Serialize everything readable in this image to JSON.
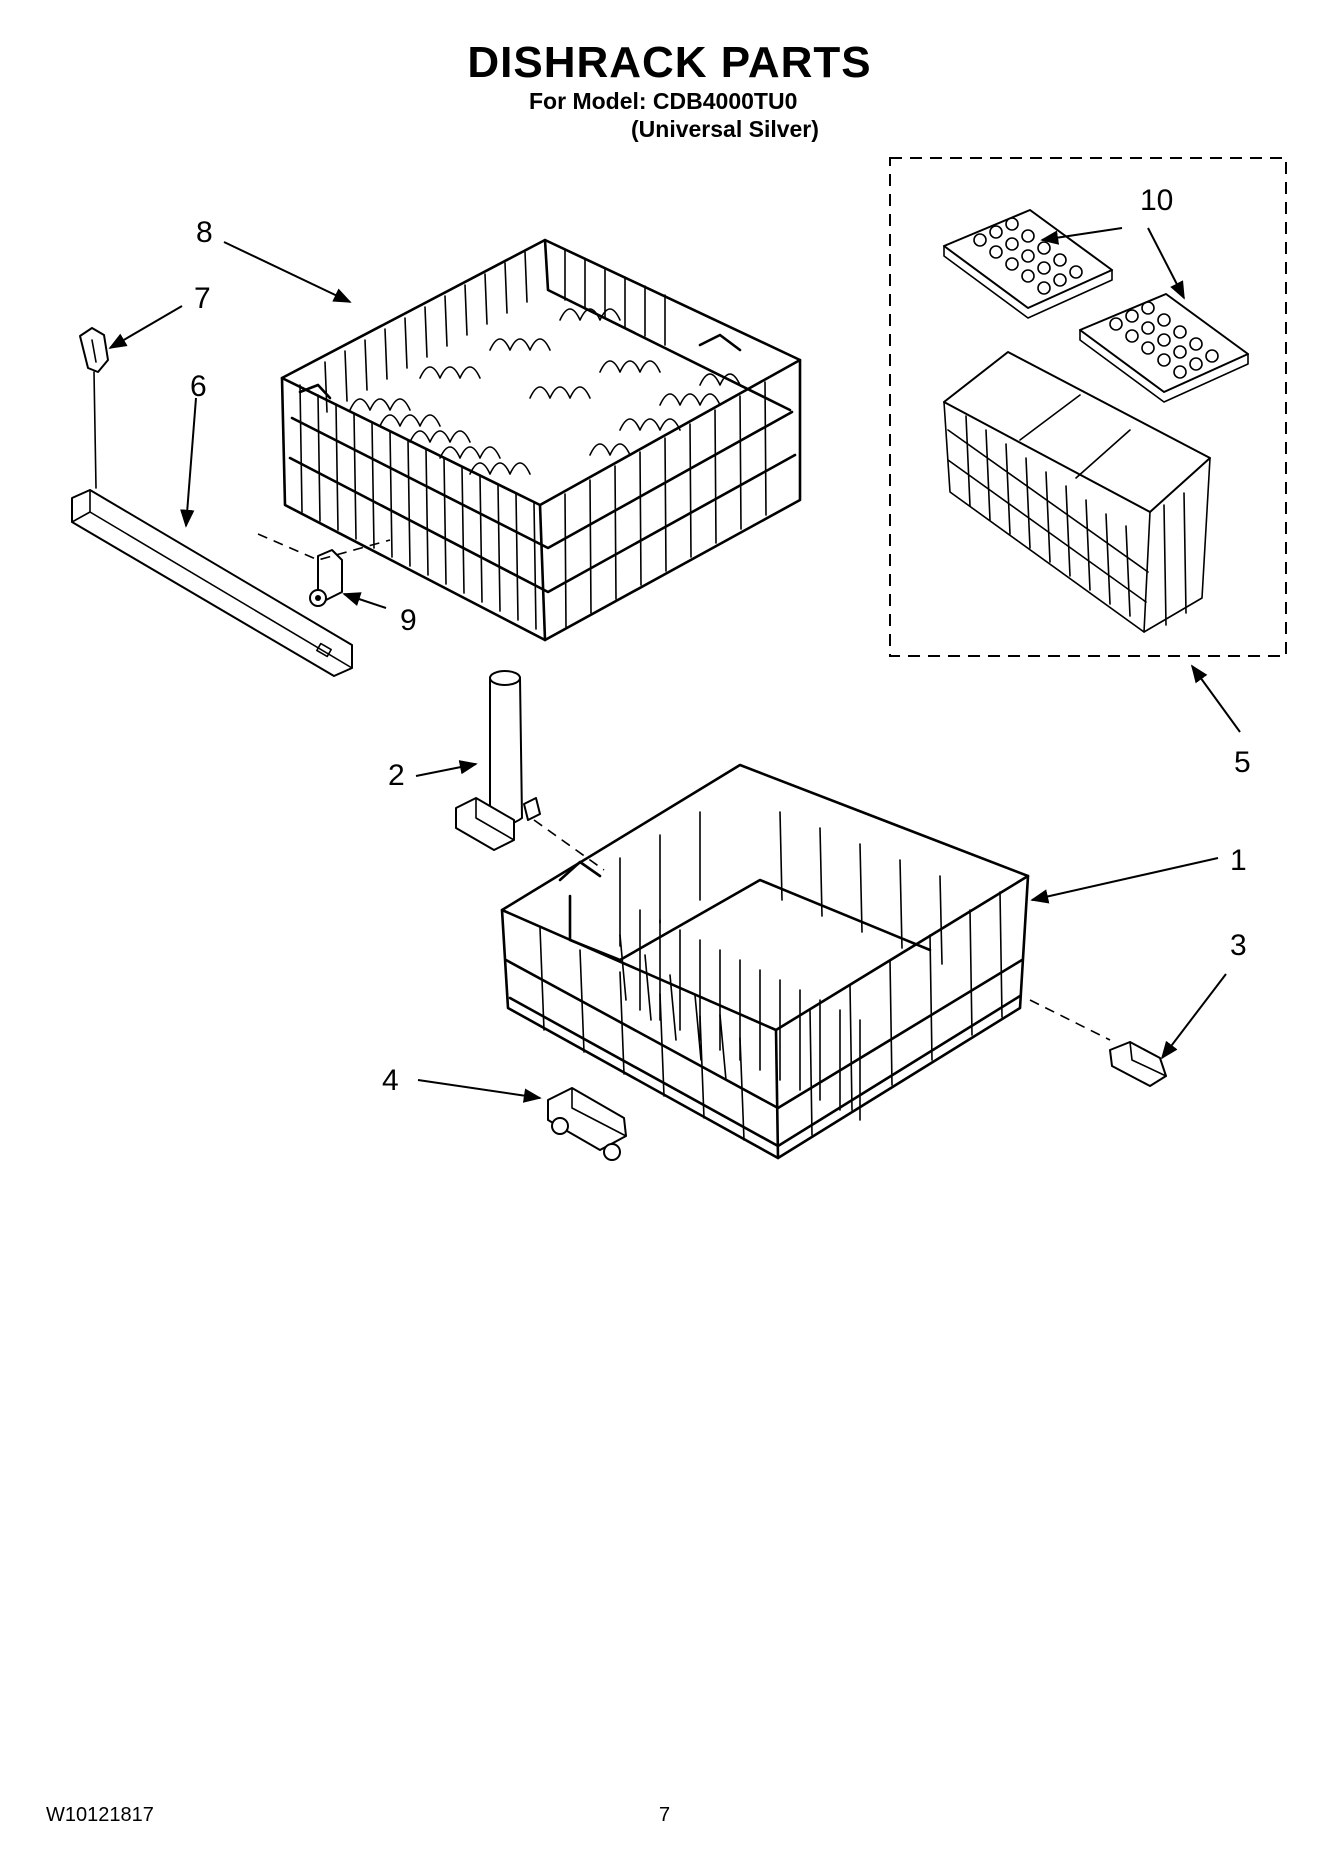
{
  "header": {
    "title": "DISHRACK PARTS",
    "model_line": "For Model: CDB4000TU0",
    "color_line": "(Universal Silver)"
  },
  "callouts": [
    "1",
    "2",
    "3",
    "4",
    "5",
    "6",
    "7",
    "8",
    "9",
    "10"
  ],
  "footer": {
    "doc_id": "W10121817",
    "page_number": "7"
  }
}
